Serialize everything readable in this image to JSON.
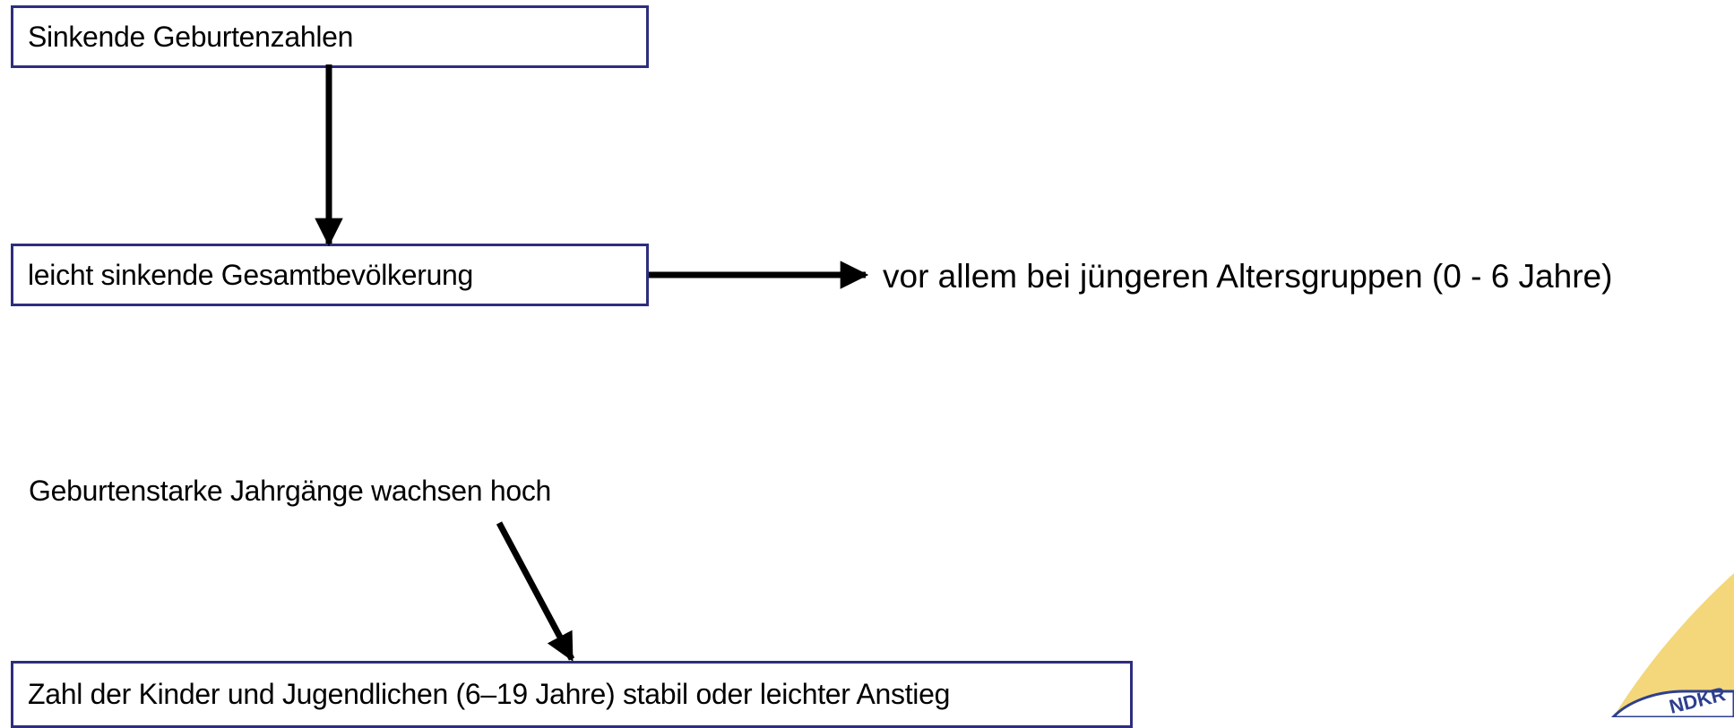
{
  "colors": {
    "box_border": "#2e2e7e",
    "arrow": "#000000",
    "logo_gold": "#f3d77a",
    "logo_blue": "#2e3f8f"
  },
  "boxes": {
    "births": "Sinkende Geburtenzahlen",
    "population": "leicht sinkende Gesamtbevölkerung",
    "children": "Zahl der Kinder und Jugendlichen (6–19 Jahre) stabil oder leichter Anstieg"
  },
  "labels": {
    "young_groups": "vor allem bei jüngeren Altersgruppen (0 - 6 Jahre)",
    "cohorts": "Geburtenstarke Jahrgänge wachsen hoch"
  },
  "logo": {
    "text": "NDKR",
    "icon": "district-seal-logo"
  }
}
